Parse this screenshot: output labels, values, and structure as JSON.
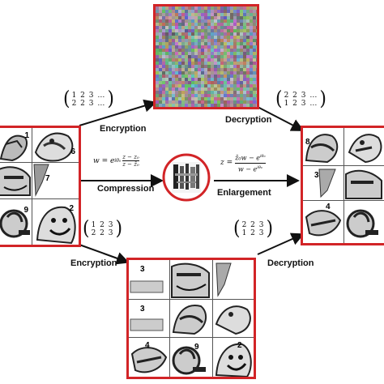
{
  "steps": {
    "encryption_top": "Encryption",
    "decryption_top": "Decryption",
    "compression": "Compression",
    "enlargement": "Enlargement",
    "encryption_bottom": "Encryption",
    "decryption_bottom": "Decryption"
  },
  "formulas": {
    "compression_lhs": "w = e",
    "compression_exp": "iθ₀",
    "compression_frac_num": "z − z₀",
    "compression_frac_den": "z − z̄₀",
    "enlargement_lhs": "z =",
    "enlargement_num": "z̄₀w − e",
    "enlargement_num_exp": "iθ₀",
    "enlargement_den": "w − e",
    "enlargement_den_exp": "iθ₀"
  },
  "matrices": {
    "top_left": {
      "row1": "1 2 3 …",
      "row2": "2 2 3 …"
    },
    "top_right": {
      "row1": "2 2 3 …",
      "row2": "1 2 3 …"
    },
    "bottom_left": {
      "row1": "1 2 3",
      "row2": "2 2 3"
    },
    "bottom_right": {
      "row1": "2 2 3",
      "row2": "1 2 3"
    }
  },
  "left_panel": {
    "tiles": [
      "1",
      "6",
      "",
      "7",
      "9",
      "2"
    ]
  },
  "right_panel": {
    "tiles": [
      "8",
      "",
      "3",
      "",
      "4",
      ""
    ]
  },
  "bottom_panel": {
    "tiles": [
      "3",
      "",
      "",
      "3",
      "",
      "",
      "4",
      "9",
      "2"
    ]
  },
  "colors": {
    "frame": "#d22427",
    "arrow": "#111111"
  }
}
